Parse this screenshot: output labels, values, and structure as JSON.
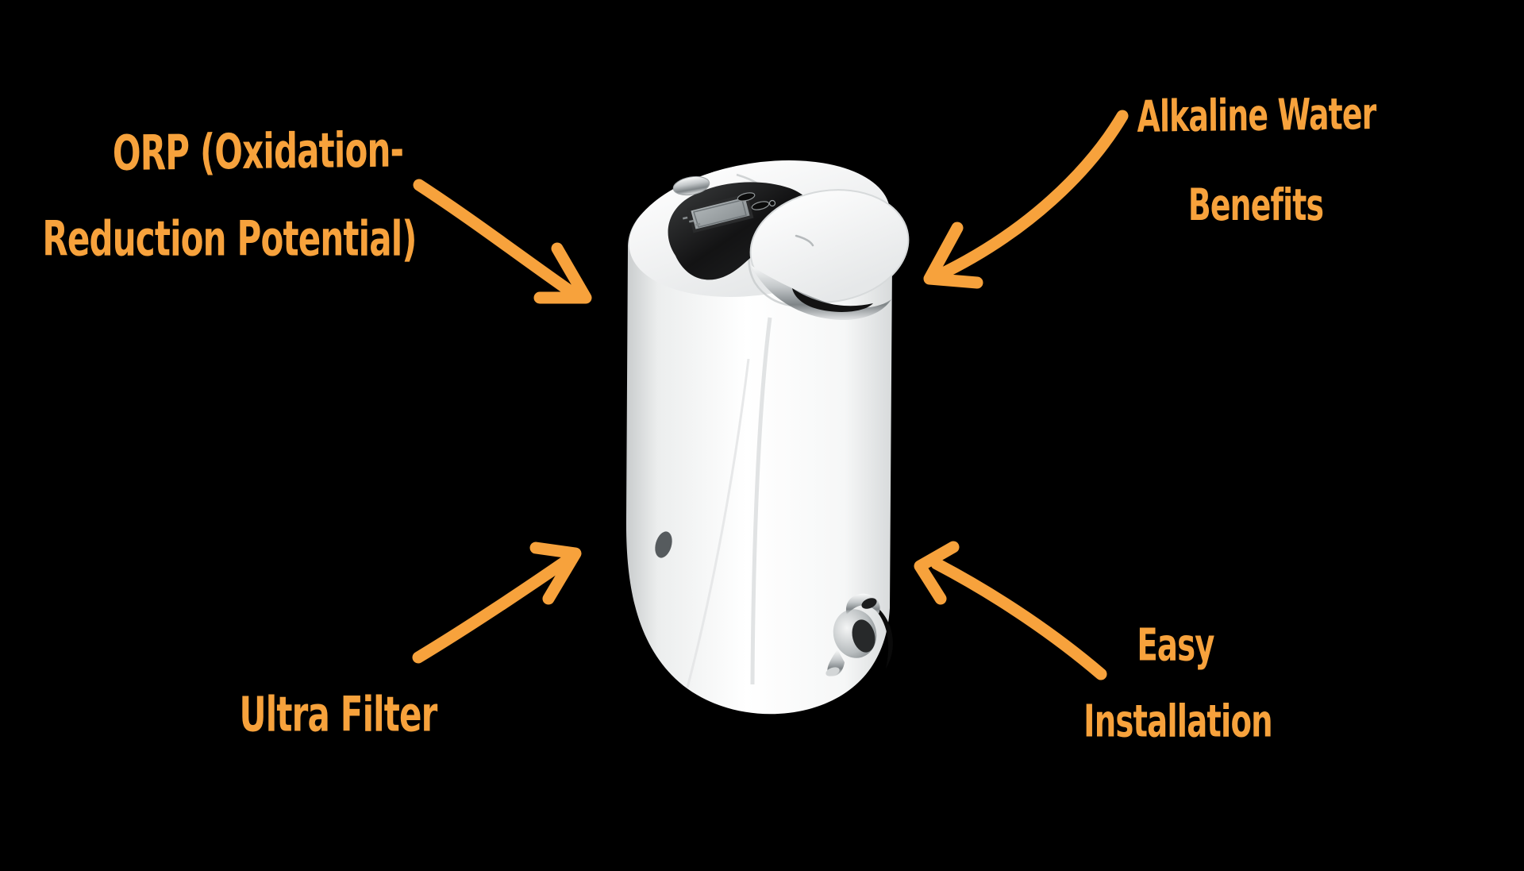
{
  "page": {
    "background_color": "#000000",
    "accent_color": "#F7A23C"
  },
  "annotations": {
    "orp": {
      "line1": "ORP (Oxidation-",
      "line2": "Reduction Potential)"
    },
    "alkaline": {
      "line1": "Alkaline Water",
      "line2": "Benefits"
    },
    "ultra_filter": {
      "line1": "Ultra Filter"
    },
    "easy_install": {
      "line1": "Easy",
      "line2": "Installation"
    }
  },
  "icons": {
    "arrows": [
      "orp-arrow",
      "alkaline-arrow",
      "ultra-filter-arrow",
      "easy-install-arrow"
    ]
  }
}
